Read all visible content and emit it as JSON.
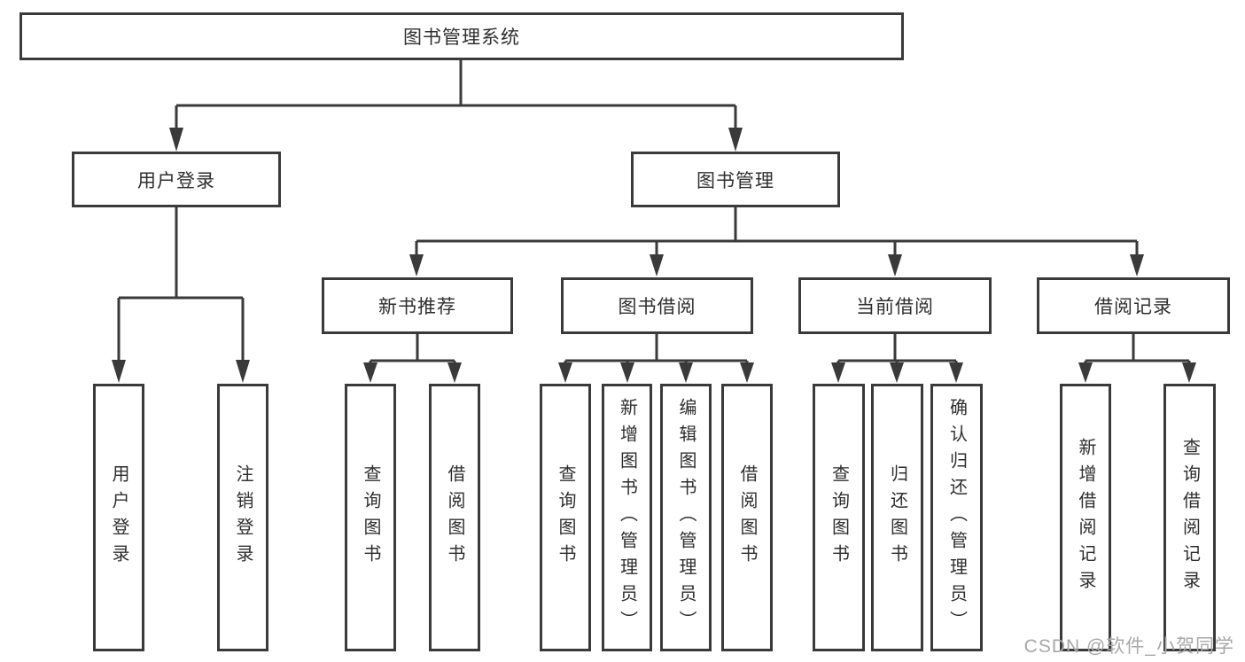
{
  "title": "图书管理系统",
  "tree": {
    "label": "图书管理系统",
    "children": [
      {
        "label": "用户登录",
        "children": [
          {
            "label": "用户登录"
          },
          {
            "label": "注销登录"
          }
        ]
      },
      {
        "label": "图书管理",
        "children": [
          {
            "label": "新书推荐",
            "children": [
              {
                "label": "查询图书"
              },
              {
                "label": "借阅图书"
              }
            ]
          },
          {
            "label": "图书借阅",
            "children": [
              {
                "label": "查询图书"
              },
              {
                "label": "新增图书（管理员）"
              },
              {
                "label": "编辑图书（管理员）"
              },
              {
                "label": "借阅图书"
              }
            ]
          },
          {
            "label": "当前借阅",
            "children": [
              {
                "label": "查询图书"
              },
              {
                "label": "归还图书"
              },
              {
                "label": "确认归还（管理员）"
              }
            ]
          },
          {
            "label": "借阅记录",
            "children": [
              {
                "label": "新增借阅记录"
              },
              {
                "label": "查询借阅记录"
              }
            ]
          }
        ]
      }
    ]
  },
  "watermark": "CSDN @软件_小贺同学",
  "colors": {
    "line": "#3a3a3a",
    "text": "#2e2e2e",
    "watermark": "#a8a8a8",
    "background": "#ffffff"
  }
}
